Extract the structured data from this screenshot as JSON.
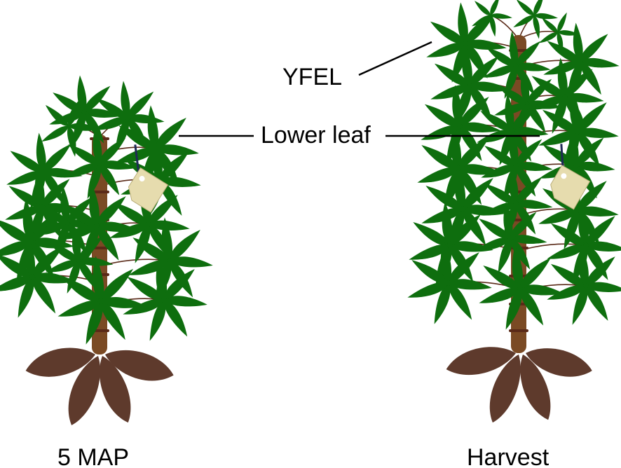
{
  "labels": {
    "yfel": "YFEL",
    "lower_leaf": "Lower leaf",
    "stage_left": "5 MAP",
    "stage_right": "Harvest"
  },
  "plants": [
    {
      "name": "5 MAP",
      "tag": true
    },
    {
      "name": "Harvest",
      "tag": true
    }
  ],
  "colors": {
    "leaf": "#0e6e0e",
    "stem": "#7a4a24",
    "root": "#5e3a2c",
    "petiole": "#5a2a18",
    "tag": "#e6dcae",
    "tag_string": "#1f2a55"
  }
}
